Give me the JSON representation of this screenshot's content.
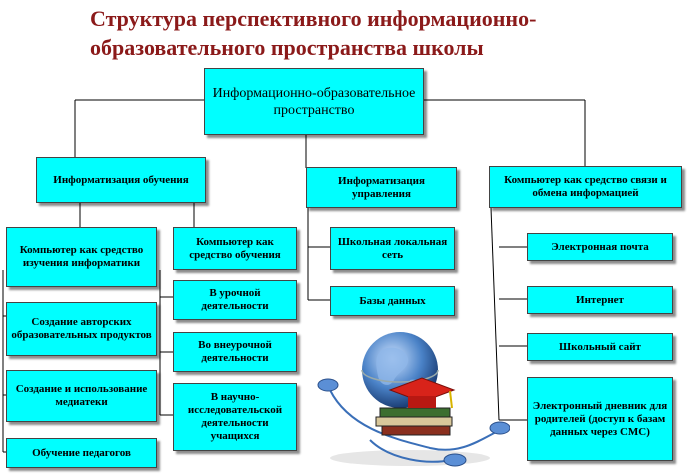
{
  "title": "Структура перспективного информационно-образовательного пространства школы",
  "diagram": {
    "root": "Информационно-образовательное пространство",
    "branches": [
      {
        "label": "Информатизация обучения",
        "left_column": [
          "Компьютер как средство изучения информатики",
          "Создание авторских образовательных продуктов",
          "Создание и использование медиатеки",
          "Обучение педагогов"
        ],
        "right_column": {
          "label": "Компьютер как средство обучения",
          "items": [
            "В урочной деятельности",
            "Во внеурочной деятельности",
            "В научно-исследовательской деятельности учащихся"
          ]
        }
      },
      {
        "label": "Информатизация управления",
        "items": [
          "Школьная локальная сеть",
          "Базы данных"
        ]
      },
      {
        "label": "Компьютер как средство связи и обмена информацией",
        "items": [
          "Электронная почта",
          "Интернет",
          "Школьный сайт",
          "Электронный дневник для родителей (доступ к базам данных через СМС)"
        ]
      }
    ]
  },
  "illustration": "globe-graduation-cap-books-mouse"
}
